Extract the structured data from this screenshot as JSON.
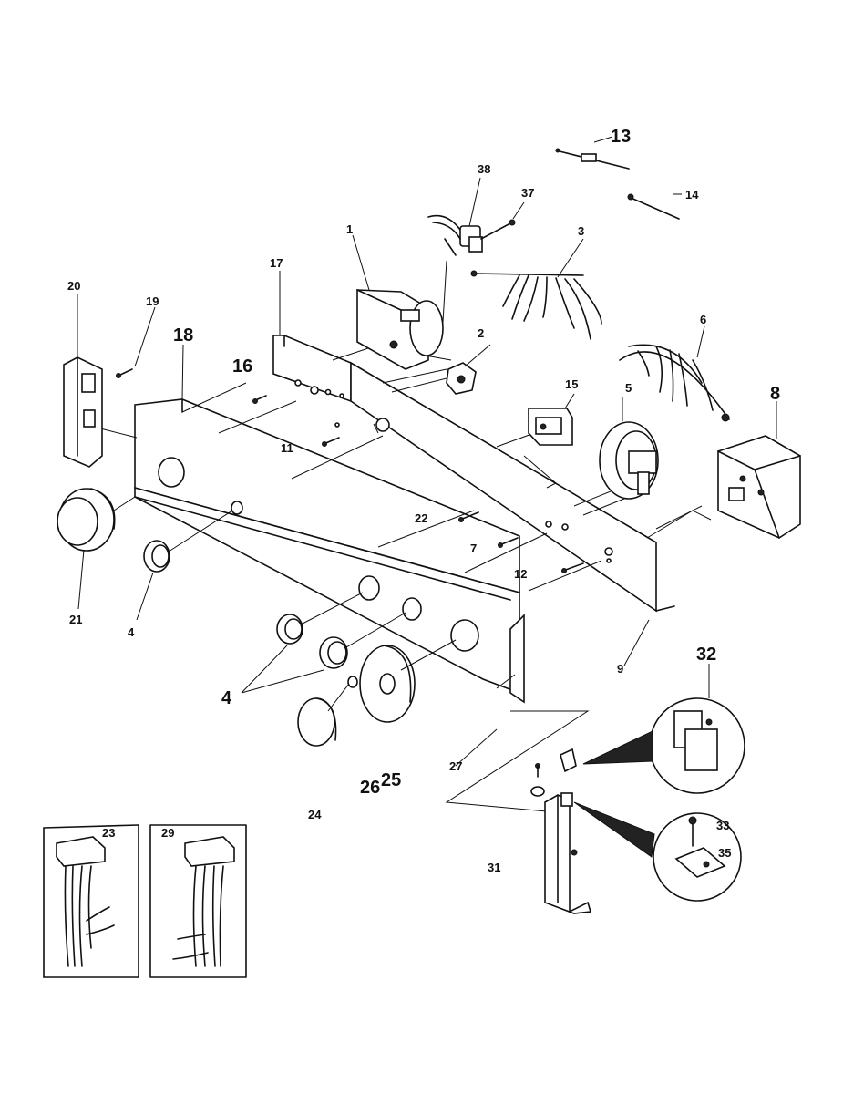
{
  "callouts": {
    "c1": "1",
    "c2": "2",
    "c3": "3",
    "c4a": "4",
    "c4b": "4",
    "c5": "5",
    "c6": "6",
    "c7": "7",
    "c8": "8",
    "c9": "9",
    "c11": "11",
    "c12": "12",
    "c13": "13",
    "c14": "14",
    "c15": "15",
    "c16": "16",
    "c17": "17",
    "c18": "18",
    "c19": "19",
    "c20": "20",
    "c21": "21",
    "c22": "22",
    "c23": "23",
    "c24": "24",
    "c25": "25",
    "c26": "26",
    "c27": "27",
    "c29": "29",
    "c31": "31",
    "c32": "32",
    "c33": "33",
    "c35": "35",
    "c37": "37",
    "c38": "38"
  }
}
